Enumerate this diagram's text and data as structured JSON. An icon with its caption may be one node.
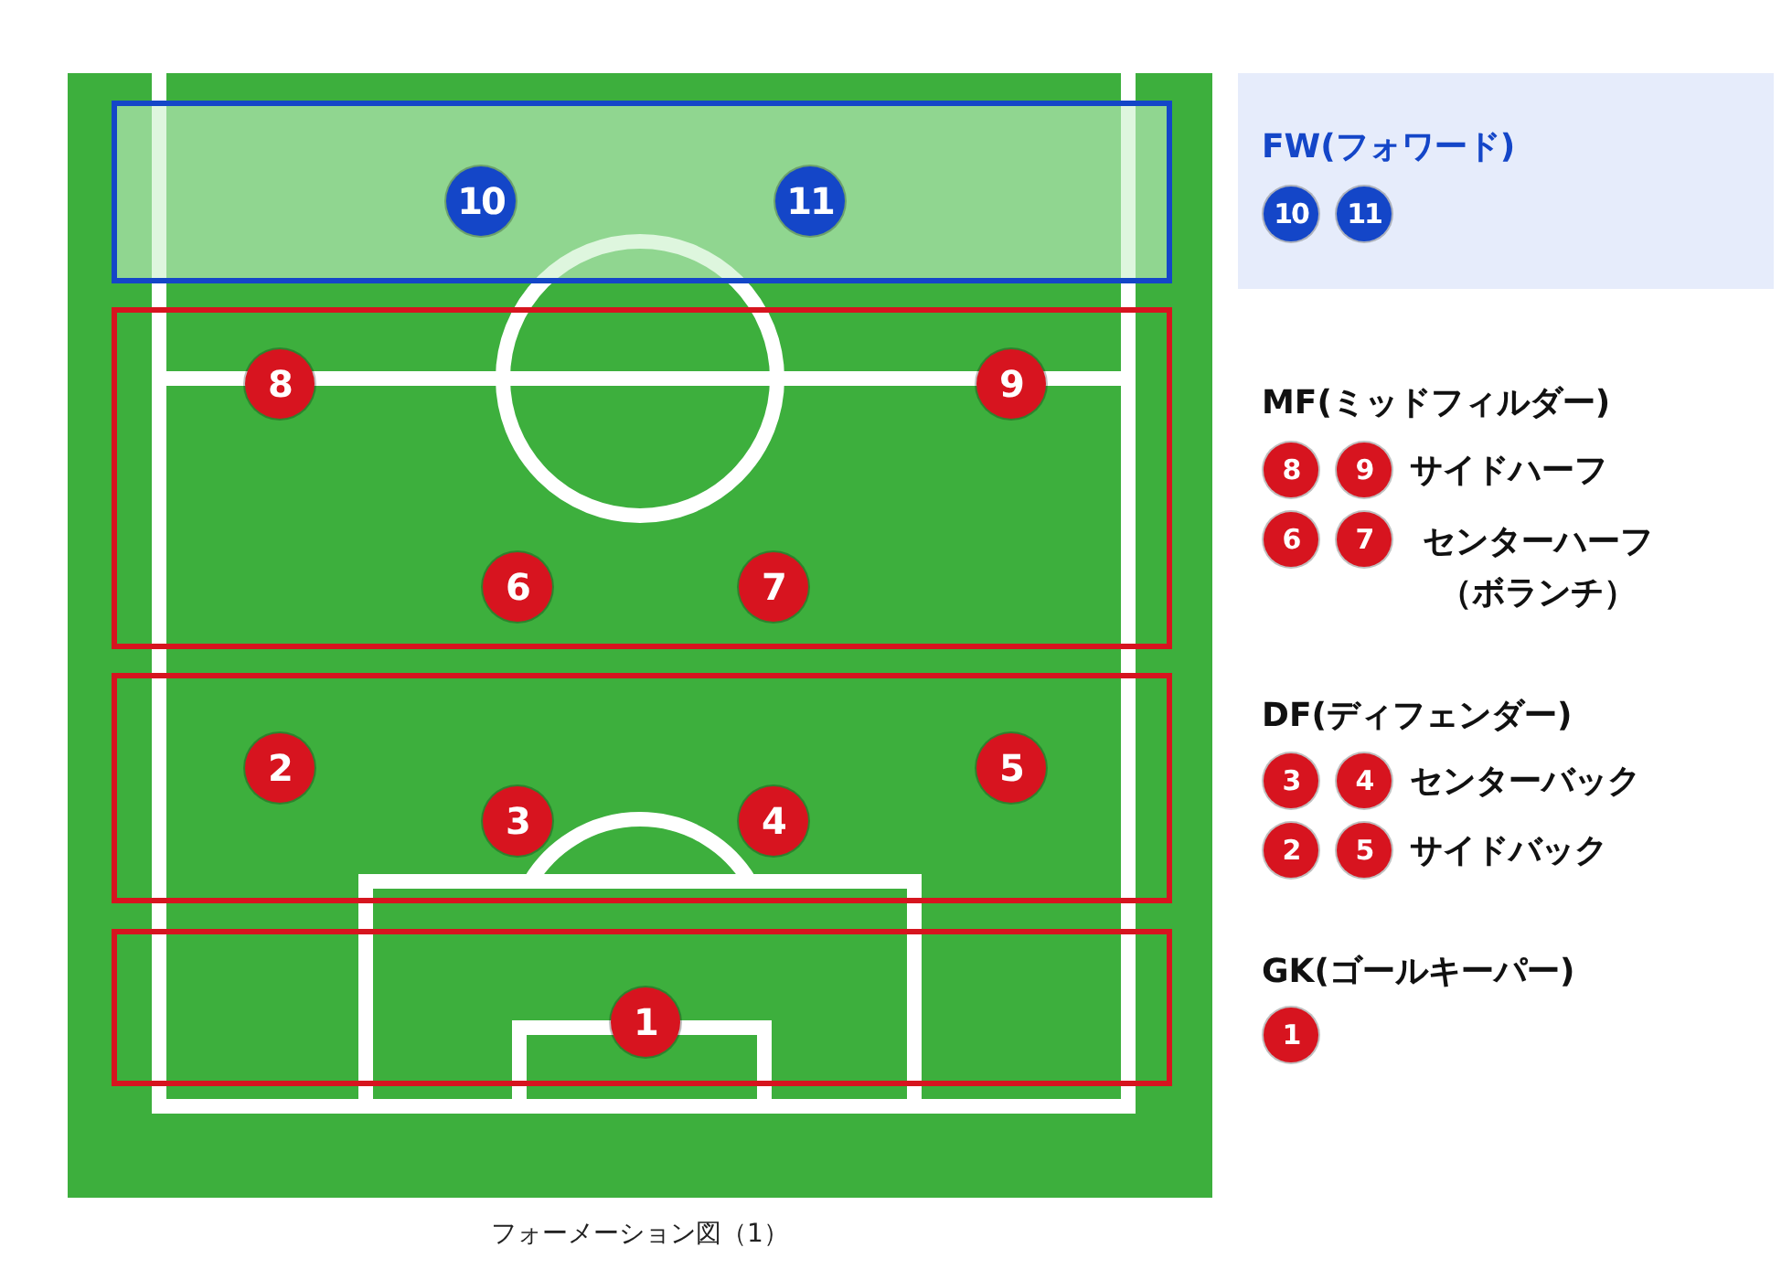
{
  "diagram": {
    "caption": "フォーメーション図（1）",
    "nodes": [
      {
        "text": [],
        "shape": "box"
      },
      {
        "text": [
          "10"
        ],
        "in": 0
      },
      {
        "text": [
          "11"
        ],
        "in": 0
      },
      {
        "text": [],
        "shape": "box"
      },
      {
        "text": [
          "8"
        ],
        "in": 3
      },
      {
        "text": [
          "9"
        ],
        "in": 3
      },
      {
        "text": [
          "6"
        ],
        "in": 3
      },
      {
        "text": [
          "7"
        ],
        "in": 3
      },
      {
        "text": [],
        "shape": "box"
      },
      {
        "text": [
          "2"
        ],
        "in": 8
      },
      {
        "text": [
          "5"
        ],
        "in": 8
      },
      {
        "text": [
          "3"
        ],
        "in": 8
      },
      {
        "text": [
          "4"
        ],
        "in": 8
      },
      {
        "text": [],
        "shape": "box"
      },
      {
        "text": [
          "1"
        ],
        "in": 13
      },
      {
        "text": [
          "FW(フォワード)"
        ]
      },
      {
        "text": [
          "10"
        ],
        "in": 15
      },
      {
        "text": [
          "11"
        ],
        "in": 15
      },
      {
        "text": [
          "8"
        ]
      },
      {
        "text": [
          "9"
        ]
      },
      {
        "text": [
          "6"
        ]
      },
      {
        "text": [
          "7"
        ]
      },
      {
        "text": [
          "3"
        ]
      },
      {
        "text": [
          "4"
        ]
      },
      {
        "text": [
          "2"
        ]
      },
      {
        "text": [
          "5"
        ]
      },
      {
        "text": [
          "1"
        ]
      }
    ],
    "labels": [
      "MF(ミッドフィルダー)",
      "サイドハーフ",
      "センターハーフ（ボランチ）",
      "DF(ディフェンダー)",
      "センターバック",
      "サイドバック",
      "GK(ゴールキーパー)"
    ]
  }
}
